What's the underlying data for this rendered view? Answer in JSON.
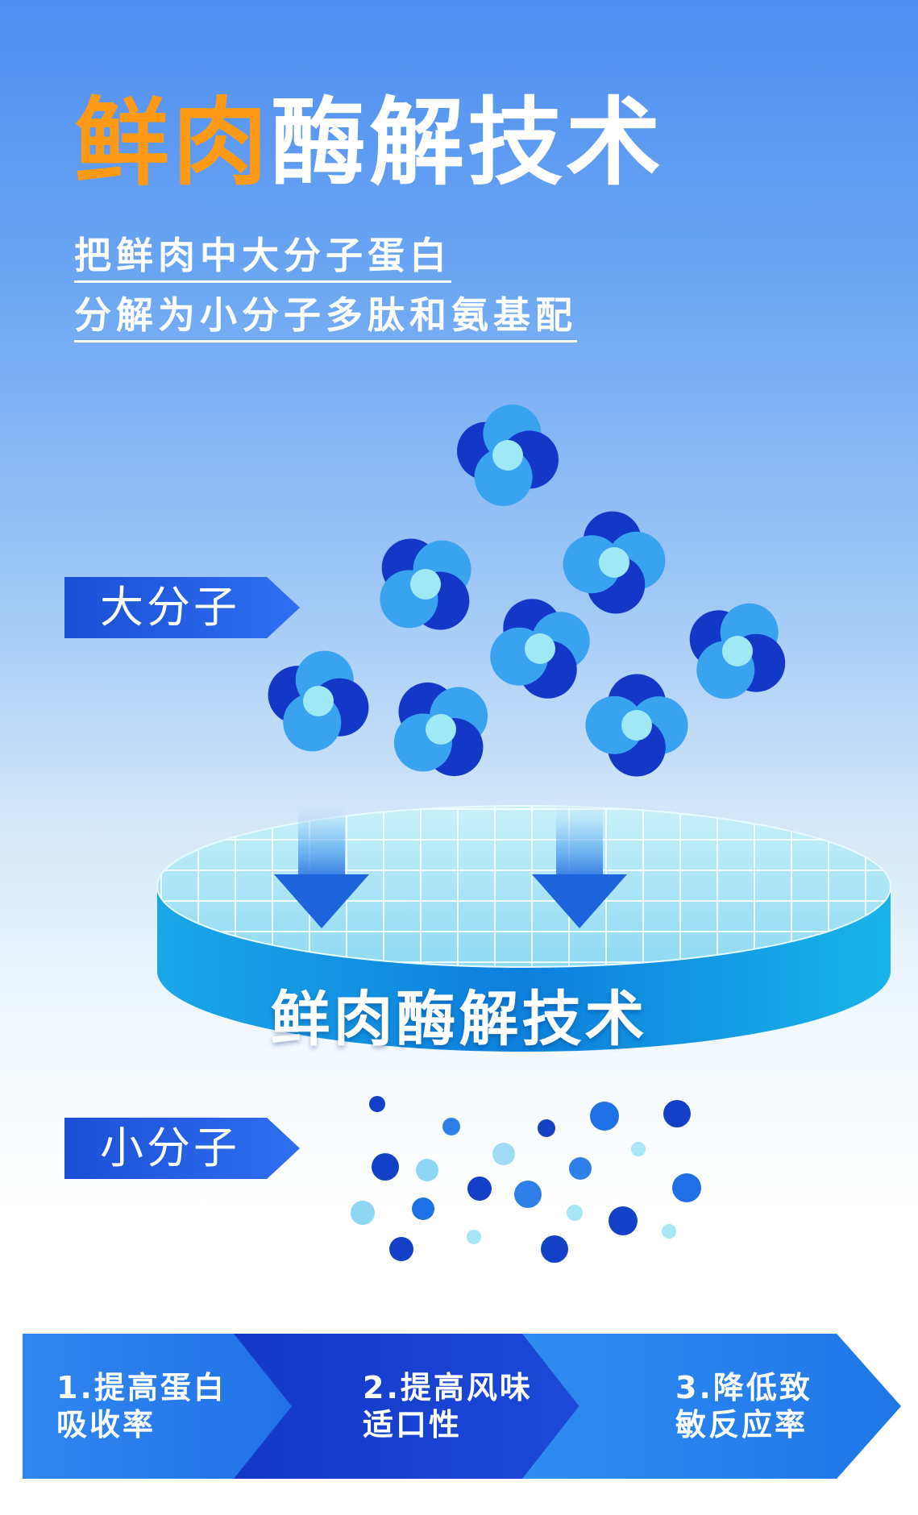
{
  "title": {
    "accent": "鲜肉",
    "main": "酶解技术"
  },
  "subtitle": {
    "line1": "把鲜肉中大分子蛋白",
    "line2": "分解为小分子多肽和氨基配"
  },
  "labels": {
    "big_molecule": "大分子",
    "small_molecule": "小分子"
  },
  "disc_label": "鲜肉酶解技术",
  "steps": [
    {
      "line1": "1.提高蛋白",
      "line2": "吸收率"
    },
    {
      "line1": "2.提高风味",
      "line2": "适口性"
    },
    {
      "line1": "3.降低致",
      "line2": "敏反应率"
    }
  ],
  "colors": {
    "accent_orange": "#ff9a16",
    "dark_blue": "#1338c8",
    "mid_blue": "#1f6fe6",
    "light_blue": "#3aa3ef",
    "cyan_center": "#9fe8f5"
  }
}
